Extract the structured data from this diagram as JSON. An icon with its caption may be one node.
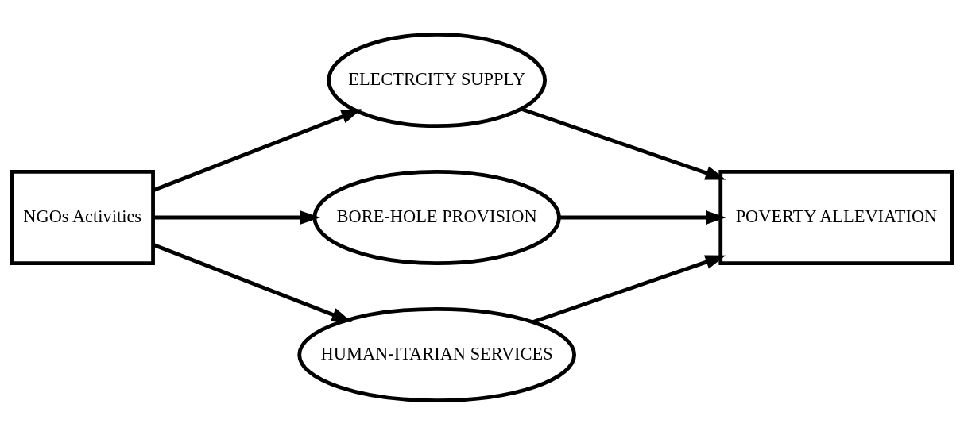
{
  "diagram": {
    "nodes": [
      {
        "text": [
          "NGOs Activities"
        ]
      },
      {
        "text": [
          "ELECTRCITY SUPPLY"
        ]
      },
      {
        "text": [
          "BORE-HOLE PROVISION"
        ]
      },
      {
        "text": [
          "HUMAN-ITARIAN SERVICES"
        ]
      },
      {
        "text": [
          "POVERTY ALLEVIATION"
        ]
      }
    ],
    "edges": [
      {
        "from": 0,
        "to": 1,
        "arrow": "to"
      },
      {
        "from": 0,
        "to": 2,
        "arrow": "to"
      },
      {
        "from": 0,
        "to": 3,
        "arrow": "to"
      },
      {
        "from": 1,
        "to": 4,
        "arrow": "to"
      },
      {
        "from": 2,
        "to": 4,
        "arrow": "to"
      },
      {
        "from": 3,
        "to": 4,
        "arrow": "to"
      }
    ]
  }
}
